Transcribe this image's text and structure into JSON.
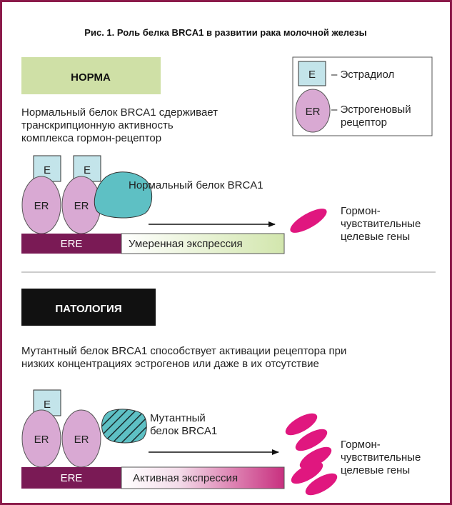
{
  "title": "Рис. 1. Роль белка BRCA1 в развитии рака молочной железы",
  "legend": {
    "estradiol_symbol": "E",
    "estradiol_label": "– Эстрадиол",
    "receptor_symbol": "ER",
    "receptor_label_line1": "– Эстрогеновый",
    "receptor_label_line2": "рецептор"
  },
  "normal": {
    "header": "НОРМА",
    "description_lines": [
      "Нормальный белок BRCA1 сдерживает",
      "транскрипционную активность",
      "комплекса гормон-рецептор"
    ],
    "e_labels": [
      "E",
      "E"
    ],
    "er_labels": [
      "ER",
      "ER"
    ],
    "protein_label": "Нормальный белок BRCA1",
    "ere_label": "ERE",
    "expression_label": "Умеренная экспрессия",
    "genes_lines": [
      "Гормон-",
      "чувствительные",
      "целевые гены"
    ]
  },
  "pathology": {
    "header": "ПАТОЛОГИЯ",
    "description_lines": [
      "Мутантный белок BRCA1 способствует активации рецептора при",
      "низких концентрациях эстрогенов или даже в их отсутствие"
    ],
    "e_label": "E",
    "er_labels": [
      "ER",
      "ER"
    ],
    "protein_lines": [
      "Мутантный",
      "белок BRCA1"
    ],
    "ere_label": "ERE",
    "expression_label": "Активная экспрессия",
    "genes_lines": [
      "Гормон-",
      "чувствительные",
      "целевые гены"
    ]
  },
  "colors": {
    "border": "#8b1a4a",
    "norma_box": "#cfe0a6",
    "pathology_box": "#111111",
    "estradiol_box": "#c3e4ea",
    "receptor": "#d9a9d3",
    "normal_protein": "#5ec0c4",
    "mutant_protein": "#5ec0c4",
    "ere_bar": "#7a1a55",
    "genes": "#e0177f"
  }
}
